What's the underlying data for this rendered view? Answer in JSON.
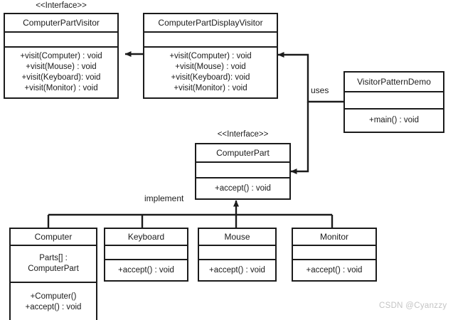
{
  "diagram": {
    "title": "Visitor Pattern UML Class Diagram",
    "stroke_color": "#1b1b1b",
    "background_color": "#ffffff",
    "watermark": "CSDN @Cyanzzy"
  },
  "stereotypes": {
    "interface": "<<Interface>>"
  },
  "classes": {
    "computer_part_visitor": {
      "stereotype": "<<Interface>>",
      "name": "ComputerPartVisitor",
      "attributes": [],
      "operations": [
        "+visit(Computer)  : void",
        "+visit(Mouse)  : void",
        "+visit(Keyboard):  void",
        "+visit(Monitor)  : void"
      ]
    },
    "computer_part_display_visitor": {
      "stereotype": "",
      "name": "ComputerPartDisplayVisitor",
      "attributes": [],
      "operations": [
        "+visit(Computer)  : void",
        "+visit(Mouse)  : void",
        "+visit(Keyboard):  void",
        "+visit(Monitor)  : void"
      ]
    },
    "visitor_pattern_demo": {
      "stereotype": "",
      "name": "VisitorPatternDemo",
      "attributes": [],
      "operations": [
        "+main() : void"
      ]
    },
    "computer_part": {
      "stereotype": "<<Interface>>",
      "name": "ComputerPart",
      "attributes": [],
      "operations": [
        "+accept() : void"
      ]
    },
    "computer": {
      "stereotype": "",
      "name": "Computer",
      "attributes": [
        "Parts[] :",
        "ComputerPart"
      ],
      "operations": [
        "+Computer()",
        "+accept() : void"
      ]
    },
    "keyboard": {
      "stereotype": "",
      "name": "Keyboard",
      "attributes": [],
      "operations": [
        "+accept() : void"
      ]
    },
    "mouse": {
      "stereotype": "",
      "name": "Mouse",
      "attributes": [],
      "operations": [
        "+accept() : void"
      ]
    },
    "monitor": {
      "stereotype": "",
      "name": "Monitor",
      "attributes": [],
      "operations": [
        "+accept() : void"
      ]
    }
  },
  "relationships": {
    "realize_visitor": {
      "label": "",
      "from": "ComputerPartDisplayVisitor",
      "to": "ComputerPartVisitor"
    },
    "uses": {
      "label": "uses",
      "from": "VisitorPatternDemo",
      "to": "ComputerPartDisplayVisitor / ComputerPart"
    },
    "implement": {
      "label": "implement",
      "from": "Computer, Keyboard, Mouse, Monitor",
      "to": "ComputerPart"
    }
  }
}
